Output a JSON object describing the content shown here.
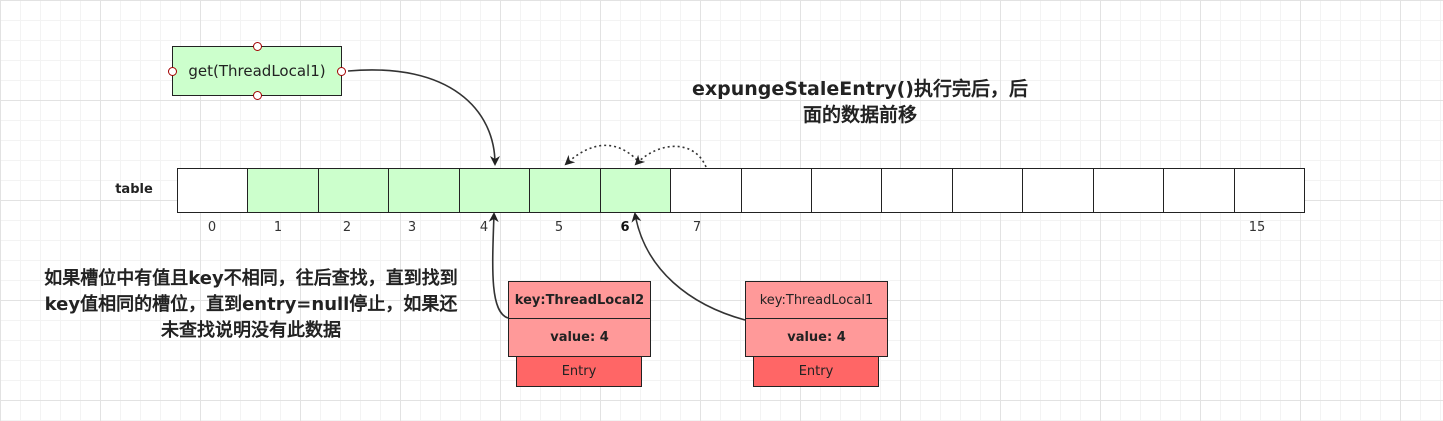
{
  "get_call": {
    "label": "get(ThreadLocal1)"
  },
  "table": {
    "label": "table",
    "cells": [
      {
        "filled": false
      },
      {
        "filled": true
      },
      {
        "filled": true
      },
      {
        "filled": true
      },
      {
        "filled": true
      },
      {
        "filled": true
      },
      {
        "filled": true
      },
      {
        "filled": false
      },
      {
        "filled": false
      },
      {
        "filled": false
      },
      {
        "filled": false
      },
      {
        "filled": false
      },
      {
        "filled": false
      },
      {
        "filled": false
      },
      {
        "filled": false
      },
      {
        "filled": false
      }
    ],
    "index_labels": {
      "i0": "0",
      "i1": "1",
      "i2": "2",
      "i3": "3",
      "i4": "4",
      "i5": "5",
      "i6": "6",
      "i7": "7",
      "i15": "15"
    }
  },
  "notes": {
    "expunge": "expungeStaleEntry()执行完后，后面的数据前移",
    "probe": "如果槽位中有值且key不相同，往后查找，直到找到key值相同的槽位，直到entry=null停止，如果还未查找说明没有此数据"
  },
  "entries": [
    {
      "key": "key:ThreadLocal2",
      "value": "value: 4",
      "name": "Entry"
    },
    {
      "key": "key:ThreadLocal1",
      "value": "value: 4",
      "name": "Entry"
    }
  ],
  "colors": {
    "filled_cell": "#ccffcc",
    "entry_body": "#ff9999",
    "entry_footer": "#ff6666",
    "handle_outline": "#a30000"
  }
}
